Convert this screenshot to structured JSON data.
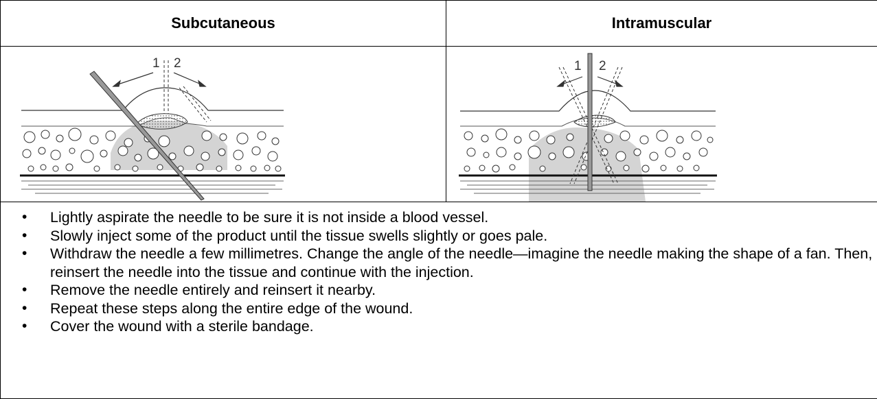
{
  "columns": [
    {
      "header": "Subcutaneous",
      "labels": [
        "1",
        "2"
      ]
    },
    {
      "header": "Intramuscular",
      "labels": [
        "1",
        "2"
      ]
    }
  ],
  "steps": [
    "Lightly aspirate the needle to be sure it is not inside a blood vessel.",
    "Slowly inject some of the product until the tissue swells slightly or goes pale.",
    "Withdraw the needle a few millimetres. Change the angle of the needle—imagine the needle making the shape of a fan. Then, reinsert the needle into the tissue and continue with the injection.",
    "Remove the needle entirely and reinsert it nearby.",
    "Repeat these steps along the entire edge of the wound.",
    "Cover the wound with a sterile bandage."
  ]
}
